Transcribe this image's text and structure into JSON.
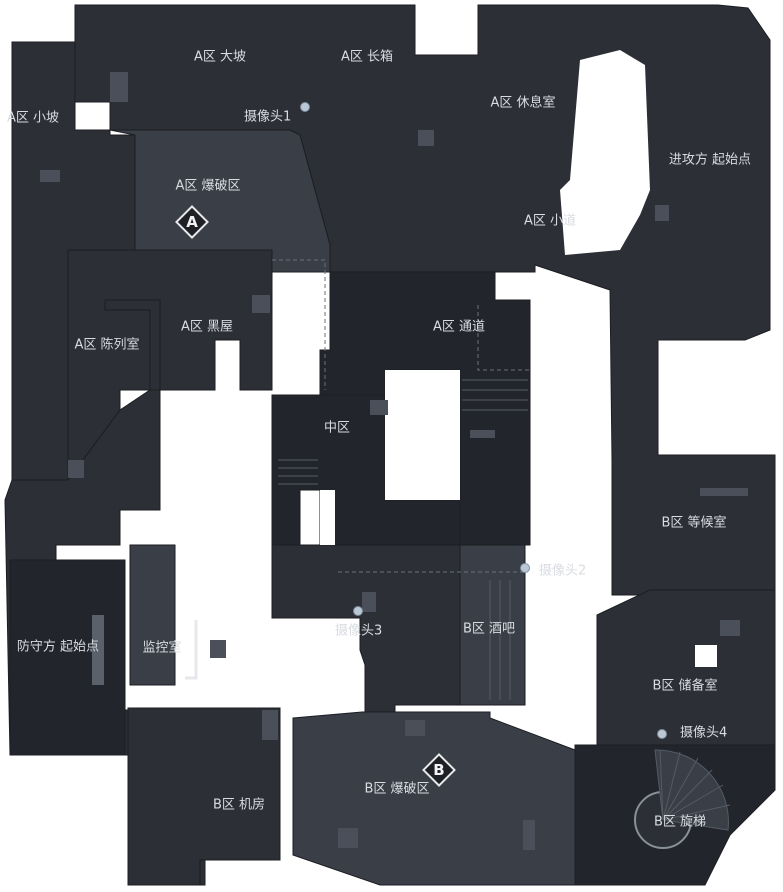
{
  "map": {
    "rooms": [
      {
        "id": "a-small-slope",
        "label": "A区 小坡"
      },
      {
        "id": "a-big-slope",
        "label": "A区 大坡"
      },
      {
        "id": "a-long-box",
        "label": "A区 长箱"
      },
      {
        "id": "a-lounge",
        "label": "A区 休息室"
      },
      {
        "id": "attacker-spawn",
        "label": "进攻方 起始点"
      },
      {
        "id": "a-site",
        "label": "A区 爆破区"
      },
      {
        "id": "a-alley",
        "label": "A区 小道"
      },
      {
        "id": "a-showroom",
        "label": "A区 陈列室"
      },
      {
        "id": "a-dark-room",
        "label": "A区 黑屋"
      },
      {
        "id": "a-corridor",
        "label": "A区 通道"
      },
      {
        "id": "mid",
        "label": "中区"
      },
      {
        "id": "b-waiting-room",
        "label": "B区 等候室"
      },
      {
        "id": "defender-spawn",
        "label": "防守方 起始点"
      },
      {
        "id": "control-room",
        "label": "监控室"
      },
      {
        "id": "b-bar",
        "label": "B区 酒吧"
      },
      {
        "id": "b-storage",
        "label": "B区 储备室"
      },
      {
        "id": "b-machine-room",
        "label": "B区 机房"
      },
      {
        "id": "b-site",
        "label": "B区 爆破区"
      },
      {
        "id": "b-spiral-stairs",
        "label": "B区 旋梯"
      }
    ],
    "cameras": [
      {
        "id": "camera-1",
        "label": "摄像头1"
      },
      {
        "id": "camera-2",
        "label": "摄像头2"
      },
      {
        "id": "camera-3",
        "label": "摄像头3"
      },
      {
        "id": "camera-4",
        "label": "摄像头4"
      }
    ],
    "sites": [
      {
        "id": "site-a",
        "letter": "A"
      },
      {
        "id": "site-b",
        "letter": "B"
      }
    ]
  }
}
